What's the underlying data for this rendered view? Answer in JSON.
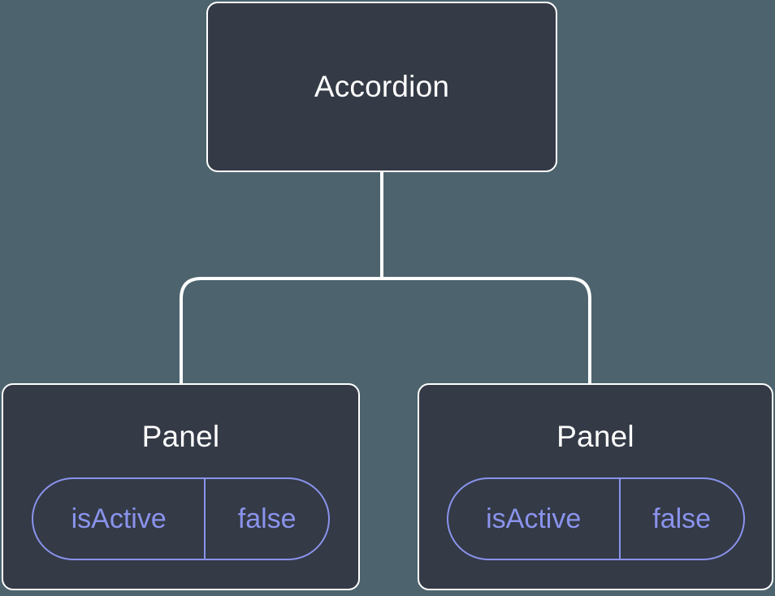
{
  "colors": {
    "background": "#4D646E",
    "node_fill": "#343A46",
    "node_border": "#FFFFFF",
    "node_text": "#FFFFFF",
    "connector": "#FFFFFF",
    "state_accent": "#8A93EC"
  },
  "tree": {
    "root": {
      "label": "Accordion"
    },
    "children": [
      {
        "label": "Panel",
        "state": {
          "name": "isActive",
          "value": "false"
        }
      },
      {
        "label": "Panel",
        "state": {
          "name": "isActive",
          "value": "false"
        }
      }
    ]
  }
}
